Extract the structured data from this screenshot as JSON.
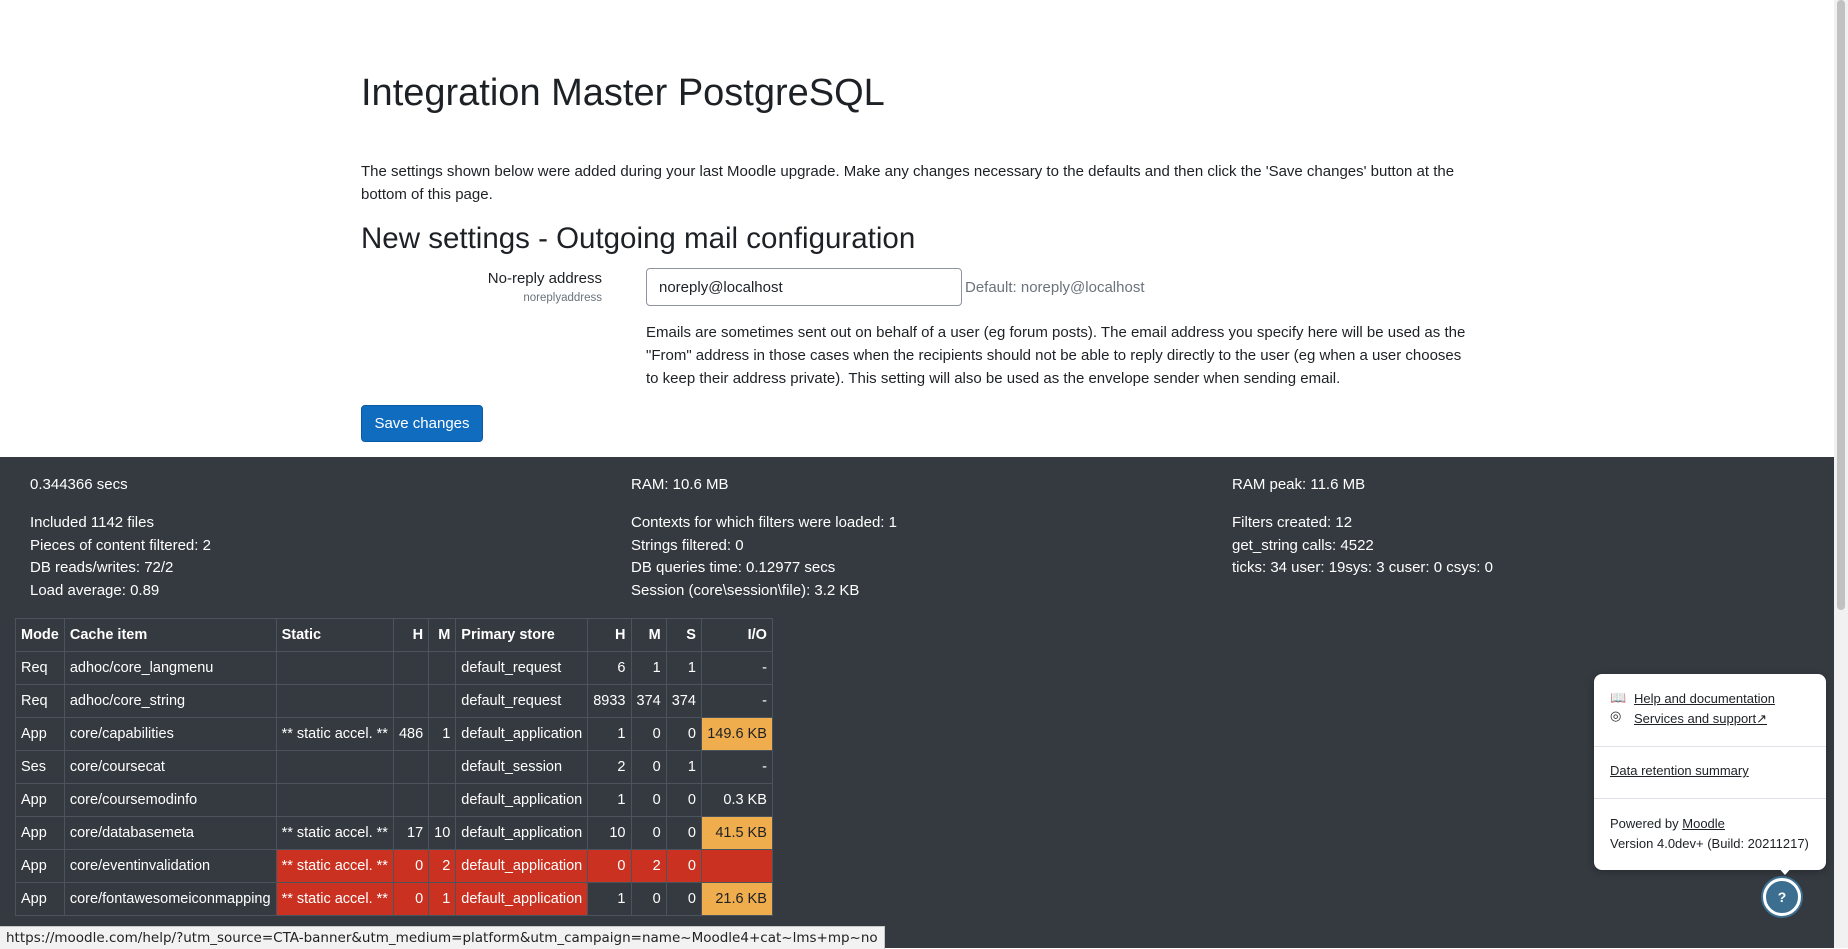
{
  "page": {
    "title": "Integration Master PostgreSQL",
    "intro": "The settings shown below were added during your last Moodle upgrade. Make any changes necessary to the defaults and then click the 'Save changes' button at the bottom of this page.",
    "section_title": "New settings - Outgoing mail configuration"
  },
  "setting": {
    "label": "No-reply address",
    "key": "noreplyaddress",
    "value": "noreply@localhost",
    "default": "Default: noreply@localhost",
    "description": "Emails are sometimes sent out on behalf of a user (eg forum posts). The email address you specify here will be used as the \"From\" address in those cases when the recipients should not be able to reply directly to the user (eg when a user chooses to keep their address private). This setting will also be used as the envelope sender when sending email."
  },
  "save_label": "Save changes",
  "perf": {
    "col1": [
      "0.344366 secs",
      "Included 1142 files",
      "Pieces of content filtered: 2",
      "DB reads/writes: 72/2",
      "Load average: 0.89"
    ],
    "col2": [
      "RAM: 10.6 MB",
      "Contexts for which filters were loaded: 1",
      "Strings filtered: 0",
      "DB queries time: 0.12977 secs",
      "Session (core\\session\\file): 3.2 KB"
    ],
    "col3": [
      "RAM peak: 11.6 MB",
      "Filters created: 12",
      "get_string calls: 4522",
      "ticks: 34 user: 19sys: 3 cuser: 0 csys: 0"
    ]
  },
  "cache_table": {
    "headers": [
      "Mode",
      "Cache item",
      "Static",
      "H",
      "M",
      "Primary store",
      "H",
      "M",
      "S",
      "I/O"
    ],
    "rows": [
      [
        "Req",
        "adhoc/core_langmenu",
        "",
        "",
        "",
        "default_request",
        "6",
        "1",
        "1",
        "-"
      ],
      [
        "Req",
        "adhoc/core_string",
        "",
        "",
        "",
        "default_request",
        "8933",
        "374",
        "374",
        "-"
      ],
      [
        "App",
        "core/capabilities",
        "** static accel. **",
        "486",
        "1",
        "default_application",
        "1",
        "0",
        "0",
        "149.6 KB"
      ],
      [
        "Ses",
        "core/coursecat",
        "",
        "",
        "",
        "default_session",
        "2",
        "0",
        "1",
        "-"
      ],
      [
        "App",
        "core/coursemodinfo",
        "",
        "",
        "",
        "default_application",
        "1",
        "0",
        "0",
        "0.3 KB"
      ],
      [
        "App",
        "core/databasemeta",
        "** static accel. **",
        "17",
        "10",
        "default_application",
        "10",
        "0",
        "0",
        "41.5 KB"
      ],
      [
        "App",
        "core/eventinvalidation",
        "** static accel. **",
        "0",
        "2",
        "default_application",
        "0",
        "2",
        "0",
        ""
      ],
      [
        "App",
        "core/fontawesomeiconmapping",
        "** static accel. **",
        "0",
        "1",
        "default_application",
        "1",
        "0",
        "0",
        "21.6 KB"
      ]
    ]
  },
  "popover": {
    "help": "Help and documentation",
    "services": "Services and support",
    "retention": "Data retention summary",
    "powered_prefix": "Powered by ",
    "powered_link": "Moodle",
    "version": "Version 4.0dev+ (Build: 20211217)"
  },
  "help_button": "?",
  "status_url": "https://moodle.com/help/?utm_source=CTA-banner&utm_medium=platform&utm_campaign=name~Moodle4+cat~lms+mp~no"
}
